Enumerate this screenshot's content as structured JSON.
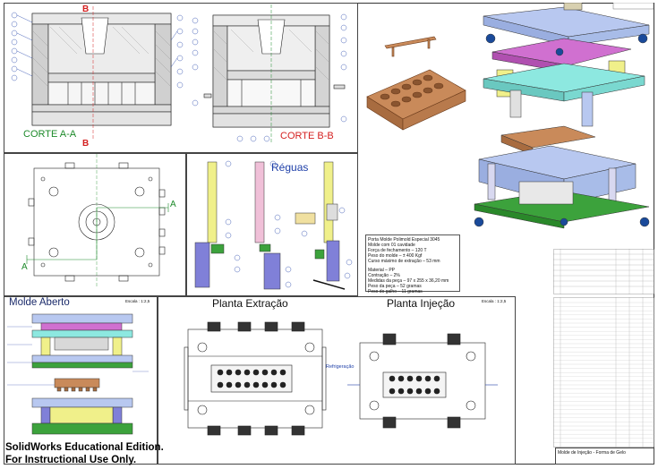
{
  "sections": {
    "corte_aa": "CORTE A-A",
    "corte_bb": "CORTE B-B",
    "reguas": "Réguas",
    "molde_aberto": "Molde Aberto",
    "planta_extracao": "Planta Extração",
    "planta_injecao": "Planta Injeção",
    "escala_1": "Escala : 1:2,5",
    "escala_2": "Escala : 1:2,5"
  },
  "markers": {
    "b_top": "B",
    "b_bottom": "B",
    "a_right": "A",
    "a_left": "A",
    "refrigeracao": "Refrigeração"
  },
  "notes": [
    "Porta Molde Polimold Especial 3045",
    "Molde com 01 cavidade",
    "Força de fechamento – 120 T",
    "Peso do molde – ± 400 Kgf",
    "Curso máximo de extração – 53 mm",
    "",
    "Material – PP",
    "Contração – 2%",
    "Medidas da peça – 97 x 255 x 36,20 mm",
    "Peso da peça – 52 gramas",
    "Peso do galho – 11 gramas"
  ],
  "title_block": {
    "description": "Molde de Injeção - Forma de Gelo"
  },
  "watermark": {
    "line1": "SolidWorks Educational Edition.",
    "line2": "For Instructional Use Only."
  },
  "colors": {
    "plate_blue": "#b8c8f0",
    "plate_cyan": "#8de8e0",
    "plate_yellow": "#f0f08a",
    "plate_magenta": "#d070d0",
    "part_copper": "#c98a5a",
    "green_base": "#3ca23c"
  }
}
